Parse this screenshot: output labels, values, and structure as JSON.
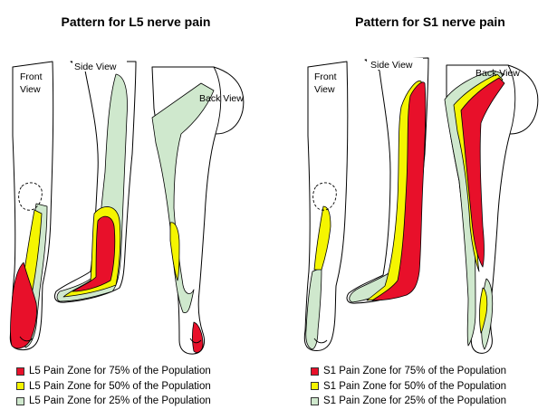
{
  "colors": {
    "red": "#e8102a",
    "yellow": "#f5f500",
    "green": "#cfe8cd"
  },
  "l5": {
    "title": "Pattern for L5 nerve pain",
    "views": {
      "front": [
        "Front",
        "View"
      ],
      "side": "Side View",
      "back": "Back View"
    },
    "legend": [
      "L5 Pain Zone for 75% of the Population",
      "L5 Pain Zone for 50% of the Population",
      "L5 Pain Zone for 25% of the Population"
    ]
  },
  "s1": {
    "title": "Pattern for S1 nerve pain",
    "views": {
      "front": [
        "Front",
        "View"
      ],
      "side": "Side View",
      "back": "Back View"
    },
    "legend": [
      "S1 Pain Zone for 75% of the Population",
      "S1 Pain Zone for 50% of the Population",
      "S1 Pain Zone for 25% of the Population"
    ]
  }
}
